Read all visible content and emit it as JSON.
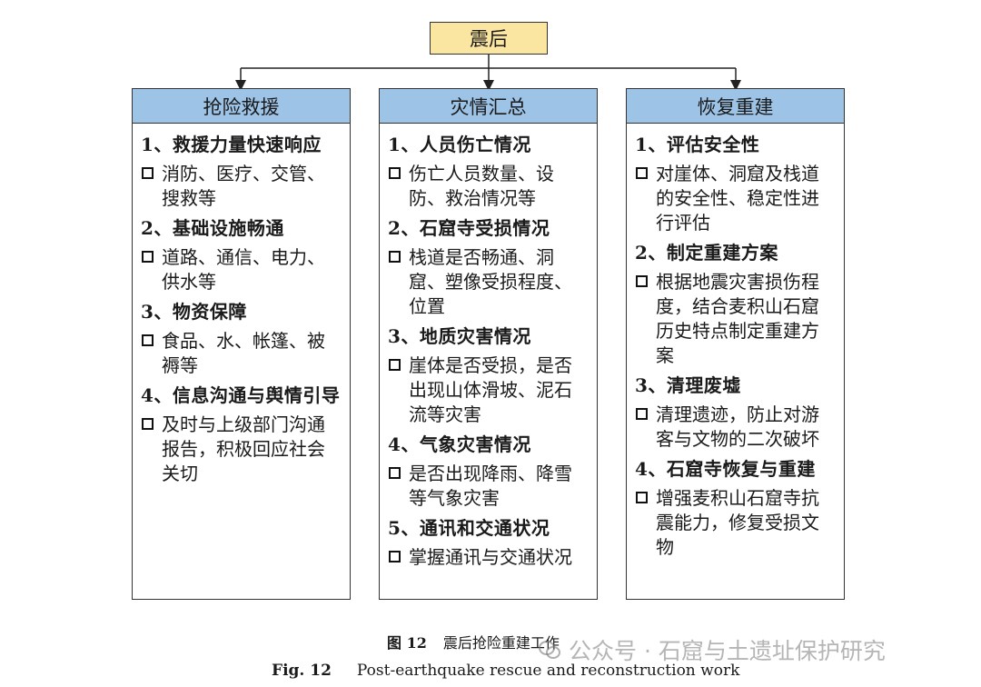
{
  "root": {
    "label": "震后"
  },
  "columns": [
    {
      "header": "抢险救援",
      "sections": [
        {
          "title": "1、救援力量快速响应",
          "item": "消防、医疗、交管、搜救等"
        },
        {
          "title": "2、基础设施畅通",
          "item": "道路、通信、电力、供水等"
        },
        {
          "title": "3、物资保障",
          "item": "食品、水、帐篷、被褥等"
        },
        {
          "title": "4、信息沟通与舆情引导",
          "item": "及时与上级部门沟通报告，积极回应社会关切"
        }
      ]
    },
    {
      "header": "灾情汇总",
      "sections": [
        {
          "title": "1、人员伤亡情况",
          "item": "伤亡人员数量、设防、救治情况等"
        },
        {
          "title": "2、石窟寺受损情况",
          "item": "栈道是否畅通、洞窟、塑像受损程度、位置"
        },
        {
          "title": "3、地质灾害情况",
          "item": "崖体是否受损，是否出现山体滑坡、泥石流等灾害"
        },
        {
          "title": "4、气象灾害情况",
          "item": "是否出现降雨、降雪等气象灾害"
        },
        {
          "title": "5、通讯和交通状况",
          "item": "掌握通讯与交通状况"
        }
      ]
    },
    {
      "header": "恢复重建",
      "sections": [
        {
          "title": "1、评估安全性",
          "item": "对崖体、洞窟及栈道的安全性、稳定性进行评估"
        },
        {
          "title": "2、制定重建方案",
          "item": "根据地震灾害损伤程度，结合麦积山石窟历史特点制定重建方案"
        },
        {
          "title": "3、清理废墟",
          "item": "清理遗迹，防止对游客与文物的二次破坏"
        },
        {
          "title": "4、石窟寺恢复与重建",
          "item": "增强麦积山石窟寺抗震能力，修复受损文物"
        }
      ]
    }
  ],
  "caption": {
    "cn_label": "图 12",
    "cn_text": "震后抢险重建工作",
    "en_label": "Fig. 12",
    "en_text": "Post-earthquake rescue and reconstruction work"
  },
  "watermark": {
    "text": "公众号 · 石窟与土遗址保护研究"
  }
}
